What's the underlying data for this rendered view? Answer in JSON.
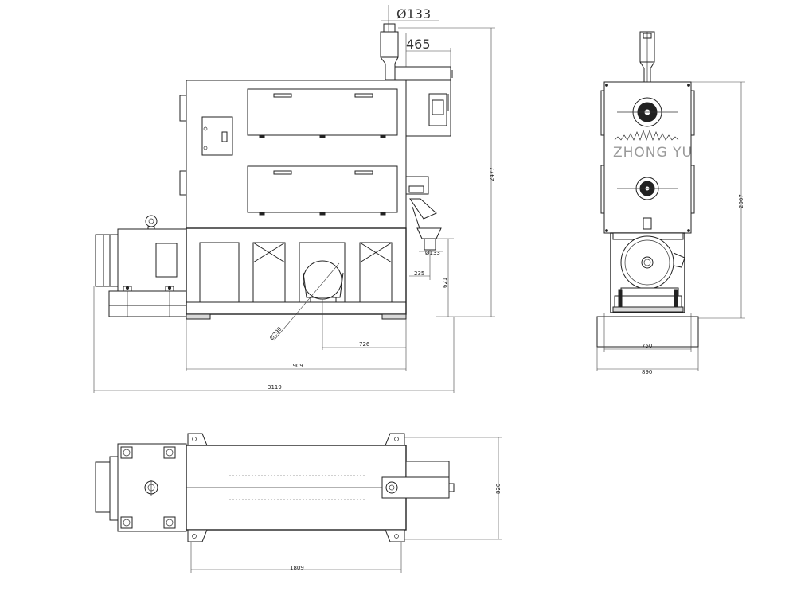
{
  "front_view": {
    "pipe_diameter_top": "Ø133",
    "pipe_offset": "465",
    "height_total": "2477",
    "outlet_diameter": "Ø133",
    "outlet_offset": "235",
    "outlet_height": "621",
    "roller_diameter": "Ø290",
    "roller_offset": "726",
    "body_length": "1909",
    "overall_length": "3119"
  },
  "side_view": {
    "logo": "ZHONG YU",
    "height": "2067",
    "inner_width": "750",
    "base_width": "890"
  },
  "top_view": {
    "width": "820",
    "length": "1809"
  }
}
